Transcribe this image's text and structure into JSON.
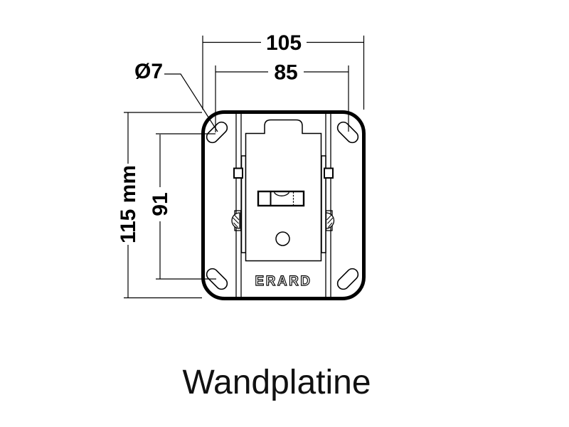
{
  "diagram": {
    "caption": "Wandplatine",
    "plate": {
      "brand": "ERARD"
    },
    "dimensions": {
      "outer_width": "105",
      "hole_spacing_width": "85",
      "hole_diameter": "Ø7",
      "outer_height": "115 mm",
      "hole_spacing_height": "91"
    },
    "colors": {
      "line": "#000000",
      "background": "#ffffff"
    }
  }
}
